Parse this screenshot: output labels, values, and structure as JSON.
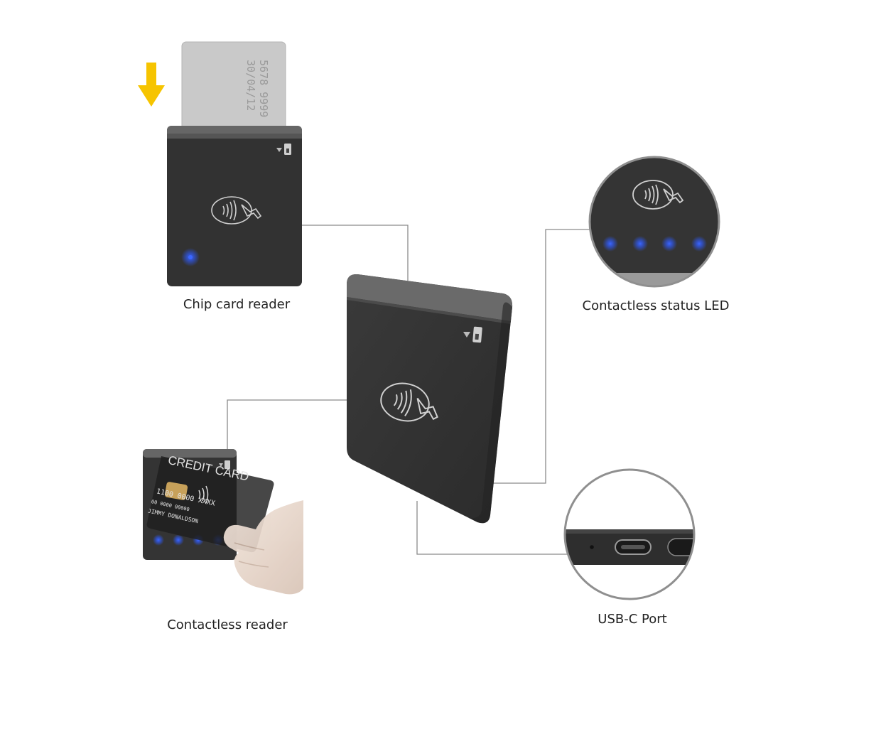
{
  "diagram": {
    "labels": {
      "chip_card_reader": "Chip card reader",
      "contactless_status_led": "Contactless status LED",
      "contactless_reader": "Contactless reader",
      "usb_c_port": "USB-C Port"
    },
    "card_back_text": {
      "line1": "5678 9999",
      "line2": "30/04/12"
    },
    "credit_card": {
      "title": "CREDIT CARD",
      "number": "1100 0000 XXXX",
      "sub": "00 0000 00000",
      "holder": "JIMMY DONALDSON"
    },
    "colors": {
      "device_body": "#343434",
      "device_cap": "#6b6b6b",
      "led_blue": "#2f5bff",
      "arrow_yellow": "#f6c400",
      "connector_line": "#888888"
    },
    "icons": [
      "contactless-payment-icon",
      "card-slot-icon",
      "down-arrow-icon"
    ]
  }
}
